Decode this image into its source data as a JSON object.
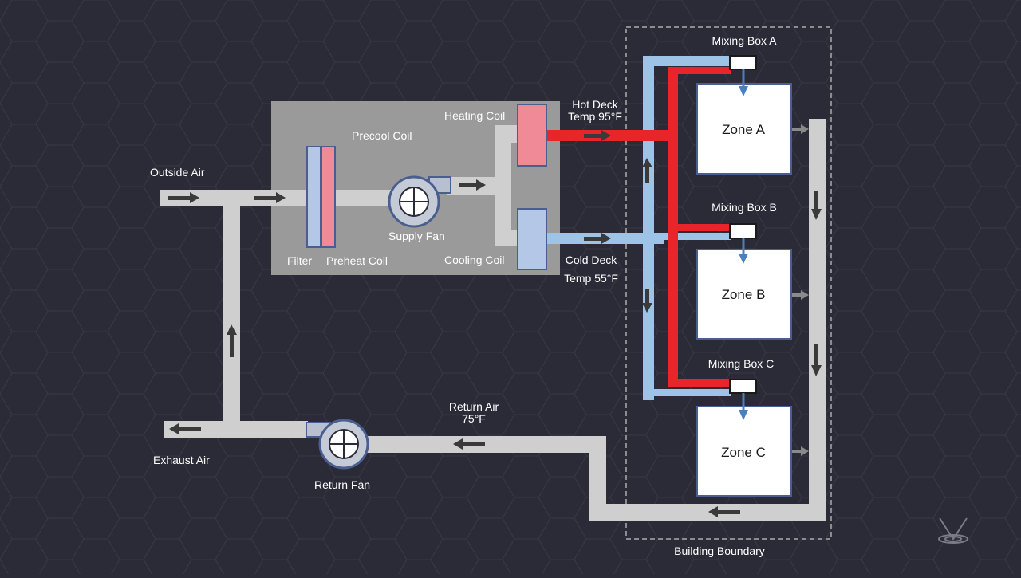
{
  "labels": {
    "outside_air": "Outside Air",
    "exhaust_air": "Exhaust Air",
    "return_fan": "Return Fan",
    "return_air_line1": "Return Air",
    "return_air_line2": "75°F",
    "precool_coil": "Precool Coil",
    "heating_coil": "Heating Coil",
    "cooling_coil": "Cooling Coil",
    "filter": "Filter",
    "preheat_coil": "Preheat Coil",
    "supply_fan": "Supply Fan",
    "hot_deck_line1": "Hot Deck",
    "hot_deck_line2": "Temp 95°F",
    "cold_deck_line1": "Cold Deck",
    "cold_deck_line2": "Temp 55°F",
    "building_boundary": "Building Boundary"
  },
  "mixing_boxes": [
    "Mixing Box A",
    "Mixing Box B",
    "Mixing Box C"
  ],
  "zones": [
    "Zone A",
    "Zone B",
    "Zone C"
  ],
  "colors": {
    "background": "#2b2b37",
    "duct": "#cfcfcf",
    "air_handler": "#9a9a9a",
    "hot_deck": "#e8262a",
    "cold_deck": "#9dc3e6",
    "coil_outline": "#4a5f8f",
    "heating_coil_fill": "#f08a96",
    "cooling_coil_fill": "#b4c7e7",
    "arrow": "#3a3a3a",
    "zone_arrow": "#4a7fc0"
  }
}
